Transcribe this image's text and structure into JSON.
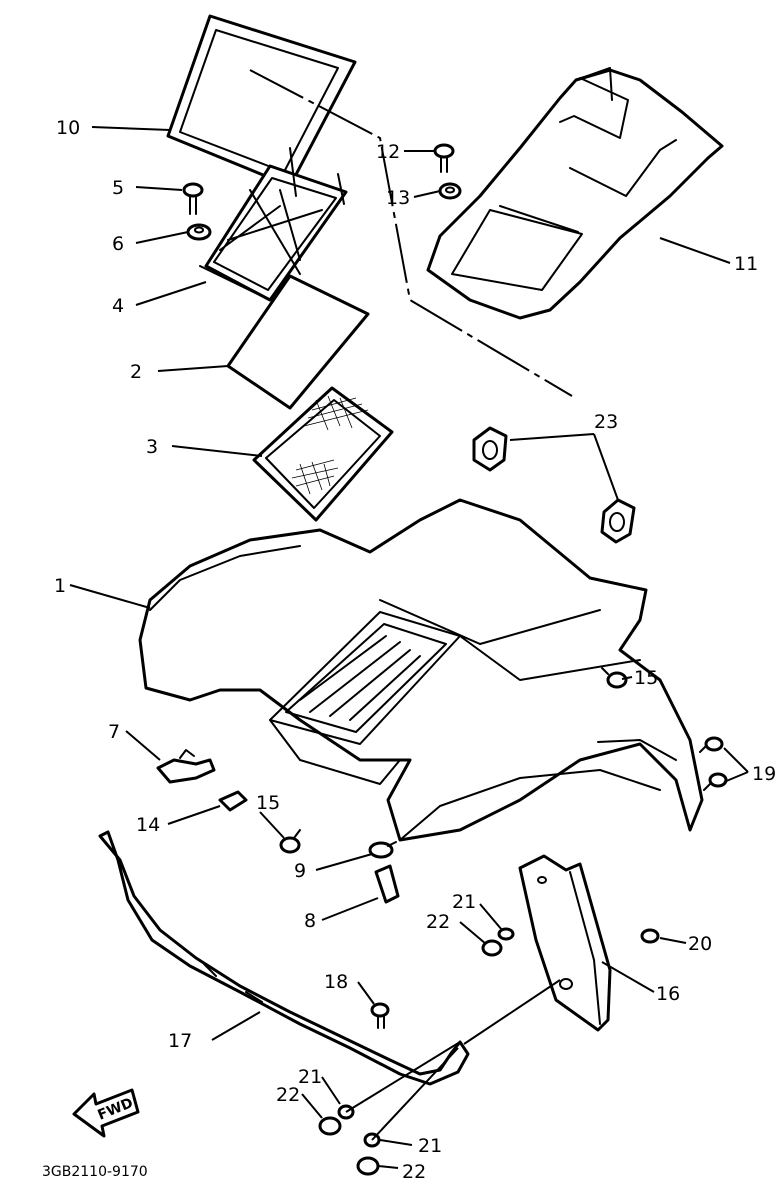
{
  "diagram_code": "3GB2110-9170",
  "direction_label": "FWD",
  "callouts": [
    "10",
    "5",
    "6",
    "4",
    "2",
    "3",
    "1",
    "7",
    "14",
    "15",
    "9",
    "8",
    "12",
    "13",
    "11",
    "23",
    "15",
    "19",
    "20",
    "21",
    "22",
    "16",
    "17",
    "18",
    "21",
    "22",
    "21",
    "22"
  ]
}
